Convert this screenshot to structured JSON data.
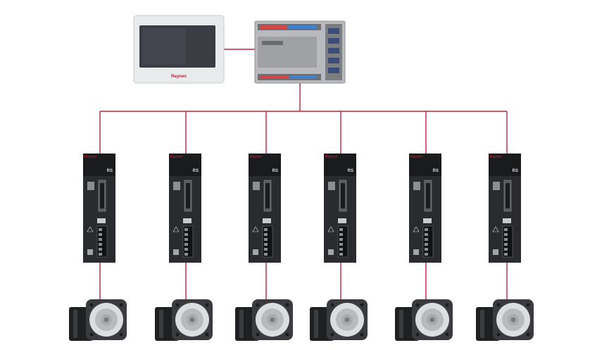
{
  "hmi": {
    "brand": "Raynen",
    "icon": "hmi-touch-panel-icon"
  },
  "plc": {
    "icon": "plc-controller-icon"
  },
  "drives": [
    {
      "brand": "Raynen",
      "logo": "RS"
    },
    {
      "brand": "Raynen",
      "logo": "RS"
    },
    {
      "brand": "Raynen",
      "logo": "RS"
    },
    {
      "brand": "Raynen",
      "logo": "RS"
    },
    {
      "brand": "Raynen",
      "logo": "RS"
    },
    {
      "brand": "Raynen",
      "logo": "RS"
    }
  ],
  "motors": [
    {
      "icon": "servo-motor-icon"
    },
    {
      "icon": "servo-motor-icon"
    },
    {
      "icon": "servo-motor-icon"
    },
    {
      "icon": "servo-motor-icon"
    },
    {
      "icon": "servo-motor-icon"
    },
    {
      "icon": "servo-motor-icon"
    }
  ],
  "colors": {
    "wire": "#c0223a",
    "accent": "#d61f2e"
  }
}
